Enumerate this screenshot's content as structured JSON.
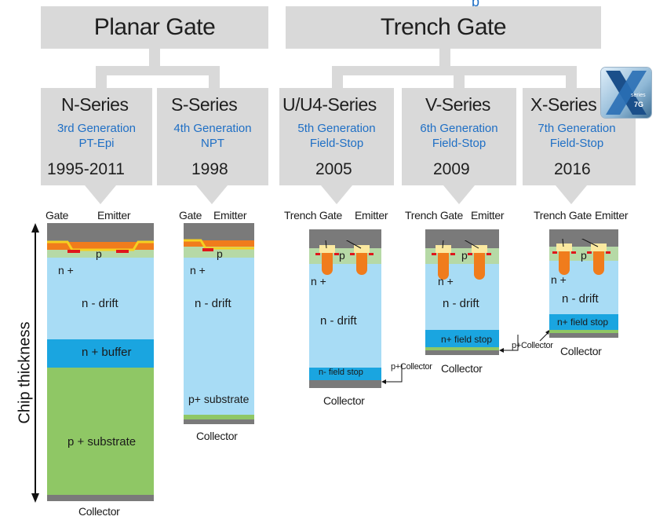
{
  "top_partial_label": "p",
  "categories": [
    {
      "title": "Planar Gate"
    },
    {
      "title": "Trench Gate"
    }
  ],
  "series": [
    {
      "name": "N-Series",
      "generation": "3rd Generation",
      "tech": "PT-Epi",
      "year": "1995-2011"
    },
    {
      "name": "S-Series",
      "generation": "4th Generation",
      "tech": "NPT",
      "year": "1998"
    },
    {
      "name": "U/U4-Series",
      "generation": "5th Generation",
      "tech": "Field-Stop",
      "year": "2005"
    },
    {
      "name": "V-Series",
      "generation": "6th Generation",
      "tech": "Field-Stop",
      "year": "2009"
    },
    {
      "name": "X-Series",
      "generation": "7th Generation",
      "tech": "Field-Stop",
      "year": "2016"
    }
  ],
  "badge": {
    "line1": "series",
    "line2": "7G"
  },
  "axis_label": "Chip thickness",
  "labels": {
    "gate": "Gate",
    "emitter": "Emitter",
    "trench_gate": "Trench Gate",
    "p": "p",
    "n_plus": "n +",
    "n_drift": "n - drift",
    "n_buffer": "n + buffer",
    "p_substrate": "p + substrate",
    "p_substrate_s": "p+ substrate",
    "n_field_stop": "n- field stop",
    "np_field_stop": "n+ field stop",
    "p_collector": "p+Collector",
    "collector": "Collector"
  },
  "colors": {
    "header_bg": "#d9d9d9",
    "blue_text": "#1f6fc5",
    "drift": "#a8dcf5",
    "buffer": "#1aa5e0",
    "substrate": "#8fc765",
    "metal": "#7a7a7a",
    "p_well": "#b6d9a6",
    "red": "#e0161b",
    "orange": "#f07c1c"
  }
}
